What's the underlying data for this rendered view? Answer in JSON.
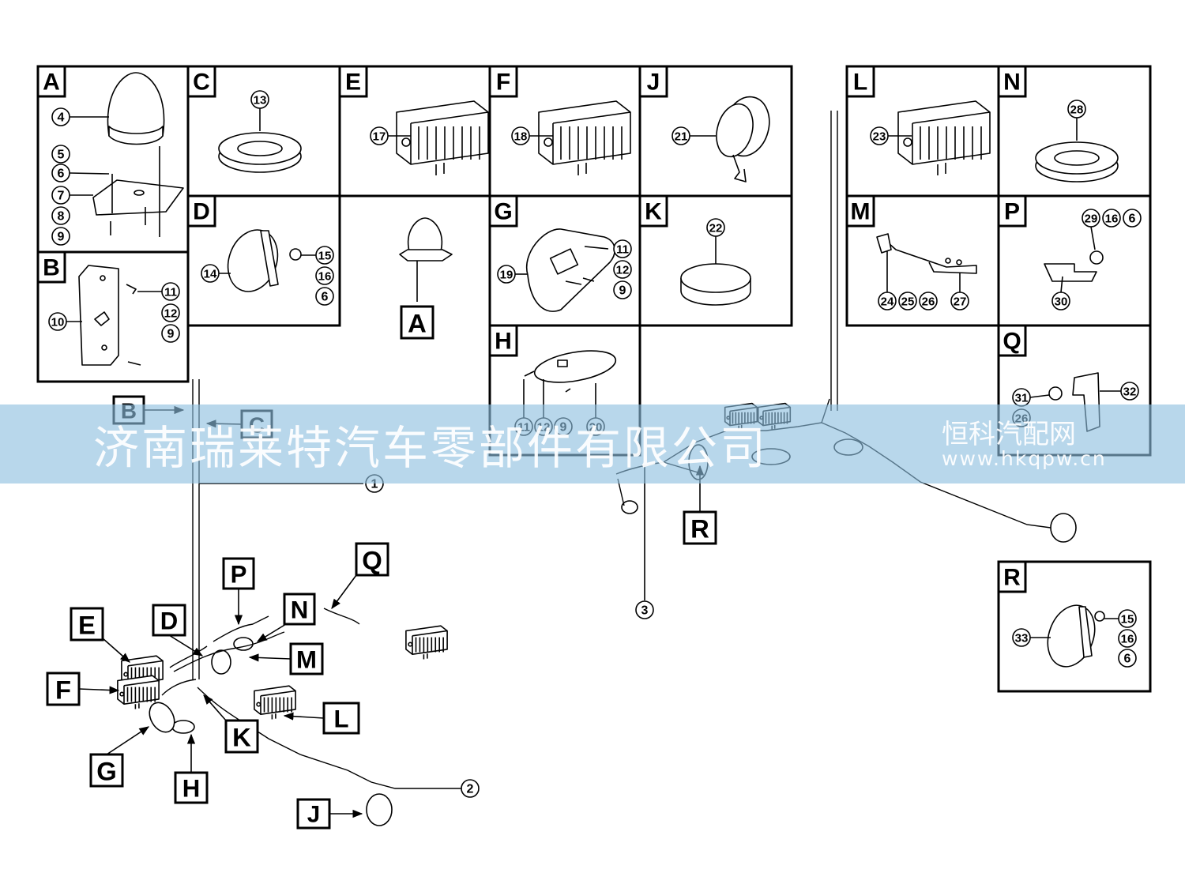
{
  "panels": [
    {
      "letter": "A",
      "parts": [
        "4",
        "5",
        "6",
        "7",
        "8",
        "9"
      ]
    },
    {
      "letter": "B",
      "parts": [
        "10",
        "11",
        "12",
        "9"
      ]
    },
    {
      "letter": "C",
      "parts": [
        "13"
      ]
    },
    {
      "letter": "D",
      "parts": [
        "14",
        "15",
        "16",
        "6"
      ]
    },
    {
      "letter": "E",
      "parts": [
        "17"
      ]
    },
    {
      "letter": "F",
      "parts": [
        "18"
      ]
    },
    {
      "letter": "G",
      "parts": [
        "19",
        "11",
        "12",
        "9"
      ]
    },
    {
      "letter": "H",
      "parts": [
        "11",
        "12",
        "9",
        "20"
      ]
    },
    {
      "letter": "J",
      "parts": [
        "21"
      ]
    },
    {
      "letter": "K",
      "parts": [
        "22"
      ]
    },
    {
      "letter": "L",
      "parts": [
        "23"
      ]
    },
    {
      "letter": "M",
      "parts": [
        "24",
        "25",
        "26",
        "27"
      ]
    },
    {
      "letter": "N",
      "parts": [
        "28"
      ]
    },
    {
      "letter": "P",
      "parts": [
        "29",
        "16",
        "6",
        "30"
      ]
    },
    {
      "letter": "Q",
      "parts": [
        "31",
        "26",
        "32"
      ]
    },
    {
      "letter": "R",
      "parts": [
        "33",
        "15",
        "16",
        "6"
      ]
    }
  ],
  "center_ref": "A",
  "callouts": [
    "B",
    "C",
    "P",
    "Q",
    "N",
    "D",
    "E",
    "M",
    "F",
    "K",
    "L",
    "G",
    "H",
    "J",
    "R"
  ],
  "harness_numbers": [
    "1",
    "2",
    "3"
  ],
  "watermark": {
    "company": "济南瑞莱特汽车零部件有限公司",
    "site": "恒科汽配网",
    "url": "www.hkqpw.cn"
  }
}
